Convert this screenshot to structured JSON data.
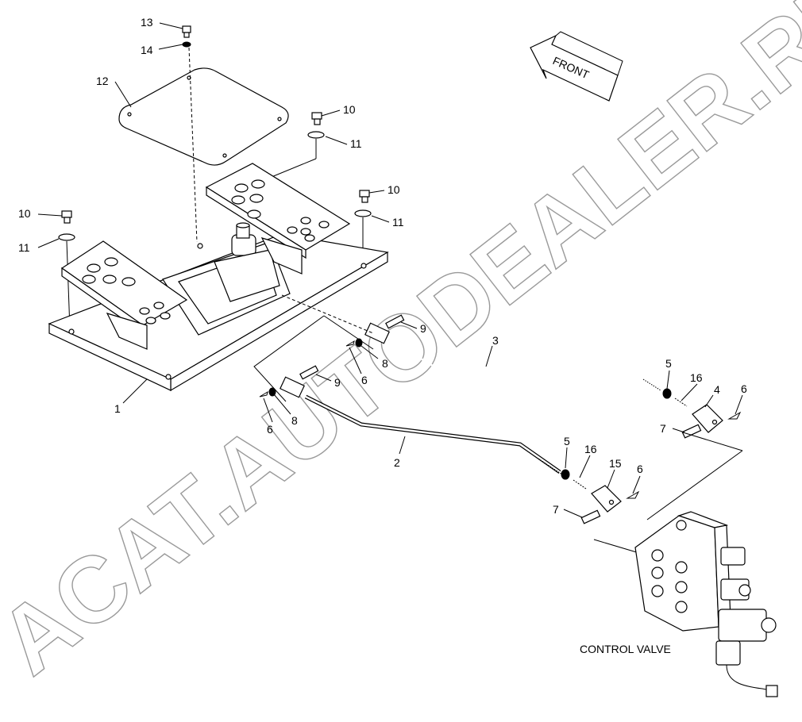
{
  "watermark": "ACAT.AUTODEALER.RU",
  "front_arrow": {
    "label": "FRONT"
  },
  "caption": "CONTROL VALVE",
  "callouts": [
    {
      "id": "c13",
      "text": "13"
    },
    {
      "id": "c14",
      "text": "14"
    },
    {
      "id": "c12",
      "text": "12"
    },
    {
      "id": "c10a",
      "text": "10"
    },
    {
      "id": "c11a",
      "text": "11"
    },
    {
      "id": "c10b",
      "text": "10"
    },
    {
      "id": "c11b",
      "text": "11"
    },
    {
      "id": "c10c",
      "text": "10"
    },
    {
      "id": "c11c",
      "text": "11"
    },
    {
      "id": "c9a",
      "text": "9"
    },
    {
      "id": "c8a",
      "text": "8"
    },
    {
      "id": "c6a",
      "text": "6"
    },
    {
      "id": "c3",
      "text": "3"
    },
    {
      "id": "c1",
      "text": "1"
    },
    {
      "id": "c9b",
      "text": "9"
    },
    {
      "id": "c6b",
      "text": "6"
    },
    {
      "id": "c8b",
      "text": "8"
    },
    {
      "id": "c5a",
      "text": "5"
    },
    {
      "id": "c16a",
      "text": "16"
    },
    {
      "id": "c4",
      "text": "4"
    },
    {
      "id": "c6c",
      "text": "6"
    },
    {
      "id": "c7a",
      "text": "7"
    },
    {
      "id": "c2",
      "text": "2"
    },
    {
      "id": "c5b",
      "text": "5"
    },
    {
      "id": "c16b",
      "text": "16"
    },
    {
      "id": "c15",
      "text": "15"
    },
    {
      "id": "c6d",
      "text": "6"
    },
    {
      "id": "c7b",
      "text": "7"
    }
  ]
}
